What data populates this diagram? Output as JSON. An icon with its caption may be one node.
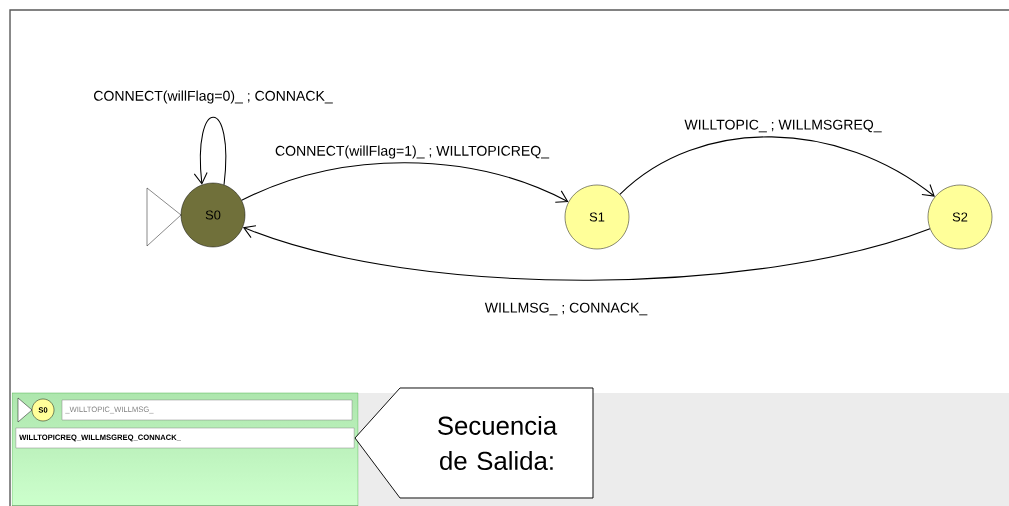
{
  "diagram": {
    "nodes": [
      {
        "text": [
          "S0"
        ]
      },
      {
        "text": [
          "S1"
        ]
      },
      {
        "text": [
          "S2"
        ]
      },
      {
        "text": [
          "S0"
        ]
      },
      {
        "text": [
          "_WILLTOPIC_WILLMSG_"
        ]
      },
      {
        "text": [
          "WILLTOPICREQ_WILLMSGREQ_CONNACK_"
        ]
      },
      {
        "text": [
          "Secuencia de Salida:"
        ]
      }
    ],
    "edges": [
      {
        "from": 0,
        "to": 0,
        "arrow": "to",
        "label": "CONNECT(willFlag=0)_ ; CONNACK_"
      },
      {
        "from": 0,
        "to": 1,
        "arrow": "to",
        "label": "CONNECT(willFlag=1)_ ; WILLTOPICREQ_"
      },
      {
        "from": 1,
        "to": 2,
        "arrow": "to",
        "label": "WILLTOPIC_ ; WILLMSGREQ_"
      },
      {
        "from": 2,
        "to": 0,
        "arrow": "to",
        "label": "WILLMSG_ ; CONNACK_"
      }
    ]
  }
}
